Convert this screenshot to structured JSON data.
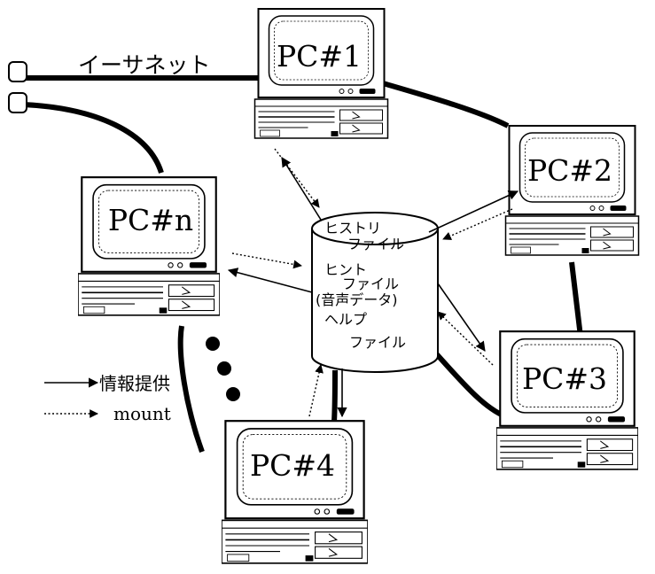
{
  "network": {
    "label": "イーサネット"
  },
  "pcs": [
    {
      "id": "pc1",
      "label": "PC#1"
    },
    {
      "id": "pc2",
      "label": "PC#2"
    },
    {
      "id": "pcn",
      "label": "PC#n"
    },
    {
      "id": "pc3",
      "label": "PC#3"
    },
    {
      "id": "pc4",
      "label": "PC#4"
    }
  ],
  "server": {
    "history_line1": "ヒストリ",
    "history_line2": "ファイル",
    "hint_line1": "ヒント",
    "hint_line2": "ファイル",
    "hint_line3": "(音声データ)",
    "help_line1": "ヘルプ",
    "help_line2": "ファイル"
  },
  "legend": {
    "info_label": "情報提供",
    "mount_label": "mount"
  }
}
